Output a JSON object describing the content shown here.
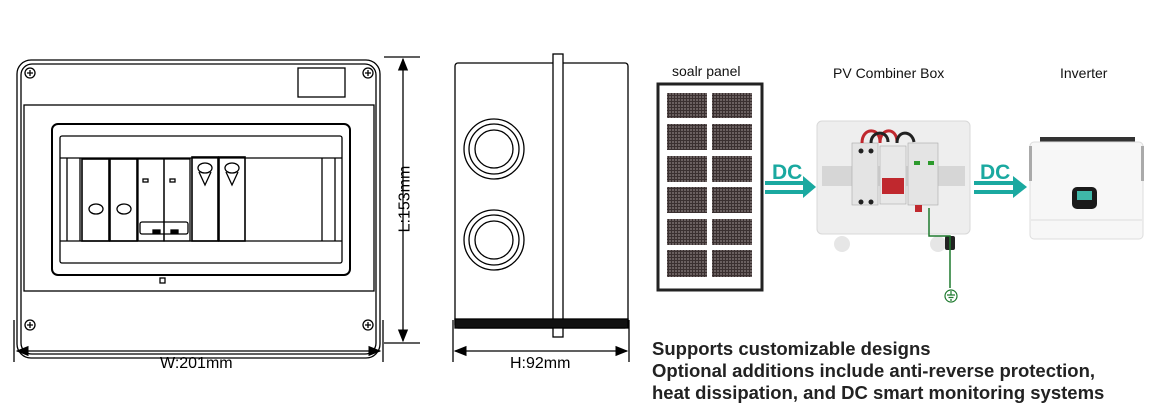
{
  "dimensions": {
    "width": "W:201mm",
    "length": "L:153mm",
    "height": "H:92mm"
  },
  "flow": {
    "solar_label": "soalr panel",
    "combiner_label": "PV Combiner Box",
    "inverter_label": "Inverter",
    "arrow1_label": "DC",
    "arrow2_label": "DC"
  },
  "notes": [
    "Supports customizable designs",
    "Optional additions include anti-reverse protection,",
    "heat dissipation, and DC smart monitoring systems"
  ],
  "colors": {
    "accent": "#1aa9a0",
    "ground": "#1e7a2e",
    "breaker": "#c0282e"
  }
}
